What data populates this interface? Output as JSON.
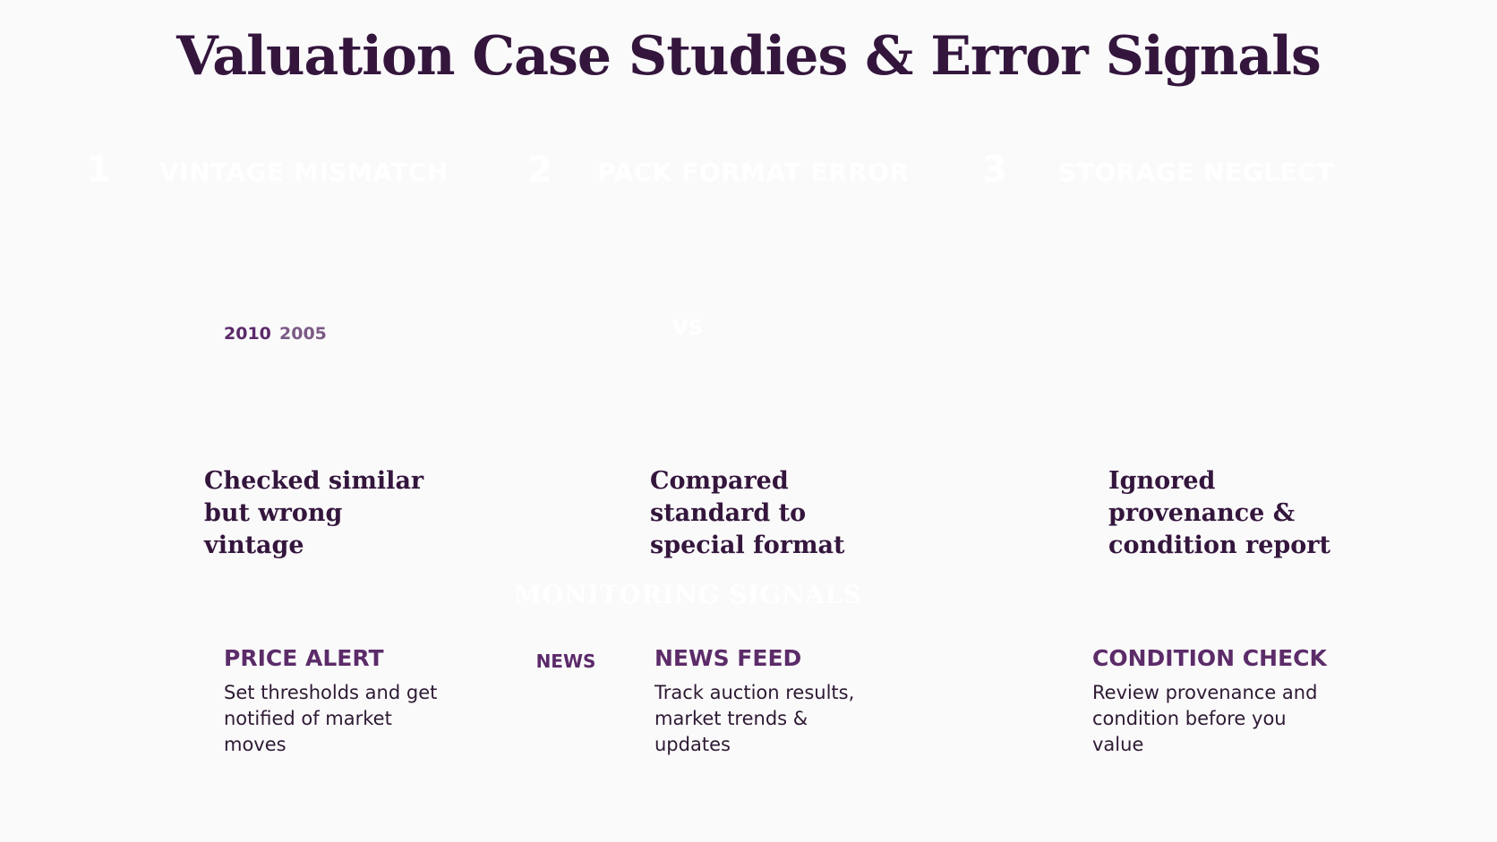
{
  "title": "Valuation Case Studies & Error Signals",
  "cases": [
    {
      "number": "1",
      "heading": "VINTAGE MISMATCH",
      "year_correct": "2010",
      "year_wrong": "2005",
      "description": "Checked similar but wrong vintage"
    },
    {
      "number": "2",
      "heading": "PACK FORMAT ERROR",
      "vs_label": "VS",
      "description": "Compared standard to special format"
    },
    {
      "number": "3",
      "heading": "STORAGE NEGLECT",
      "description": "Ignored provenance & condition report"
    }
  ],
  "monitoring": {
    "heading": "MONITORING SIGNALS",
    "signals": [
      {
        "title": "PRICE ALERT",
        "description": "Set thresholds and get notified of market moves",
        "icon": "bell-icon"
      },
      {
        "title": "NEWS FEED",
        "news_label": "NEWS",
        "description": "Track auction results, market trends & updates",
        "icon": "newspaper-icon"
      },
      {
        "title": "CONDITION CHECK",
        "description": "Review provenance and condition before you value",
        "icon": "clipboard-magnifier-icon"
      }
    ]
  },
  "colors": {
    "primary": "#5b2a6a",
    "accent_red": "#c42a33",
    "light": "#e5dde8"
  }
}
